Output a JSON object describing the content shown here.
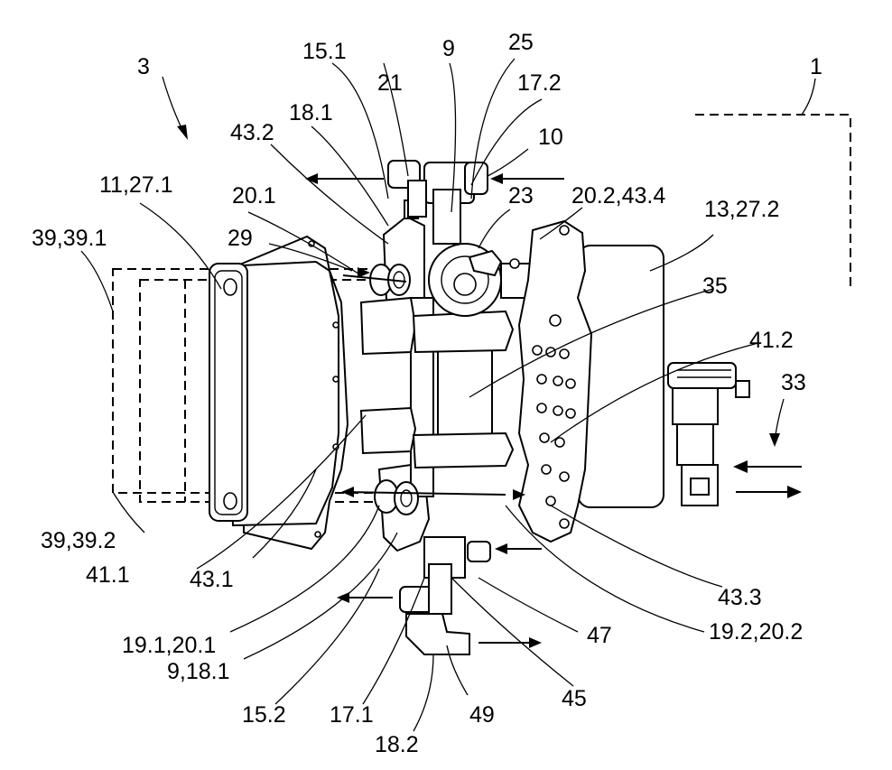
{
  "labels": {
    "l3": "3",
    "l1": "1",
    "l15_1": "15.1",
    "l21": "21",
    "l9": "9",
    "l25": "25",
    "l17_2": "17.2",
    "l18_1": "18.1",
    "l43_2": "43.2",
    "l10": "10",
    "l11_27_1": "11,27.1",
    "l20_1": "20.1",
    "l23": "23",
    "l20_2_43_4": "20.2,43.4",
    "l13_27_2": "13,27.2",
    "l39_39_1": "39,39.1",
    "l29": "29",
    "l35": "35",
    "l41_2": "41.2",
    "l33": "33",
    "l39_39_2": "39,39.2",
    "l41_1": "41.1",
    "l43_1": "43.1",
    "l43_3": "43.3",
    "l19_1_20_1": "19.1,20.1",
    "l47": "47",
    "l19_2_20_2": "19.2,20.2",
    "l9_18_1": "9,18.1",
    "l45": "45",
    "l15_2": "15.2",
    "l17_1": "17.1",
    "l49": "49",
    "l18_2": "18.2"
  }
}
